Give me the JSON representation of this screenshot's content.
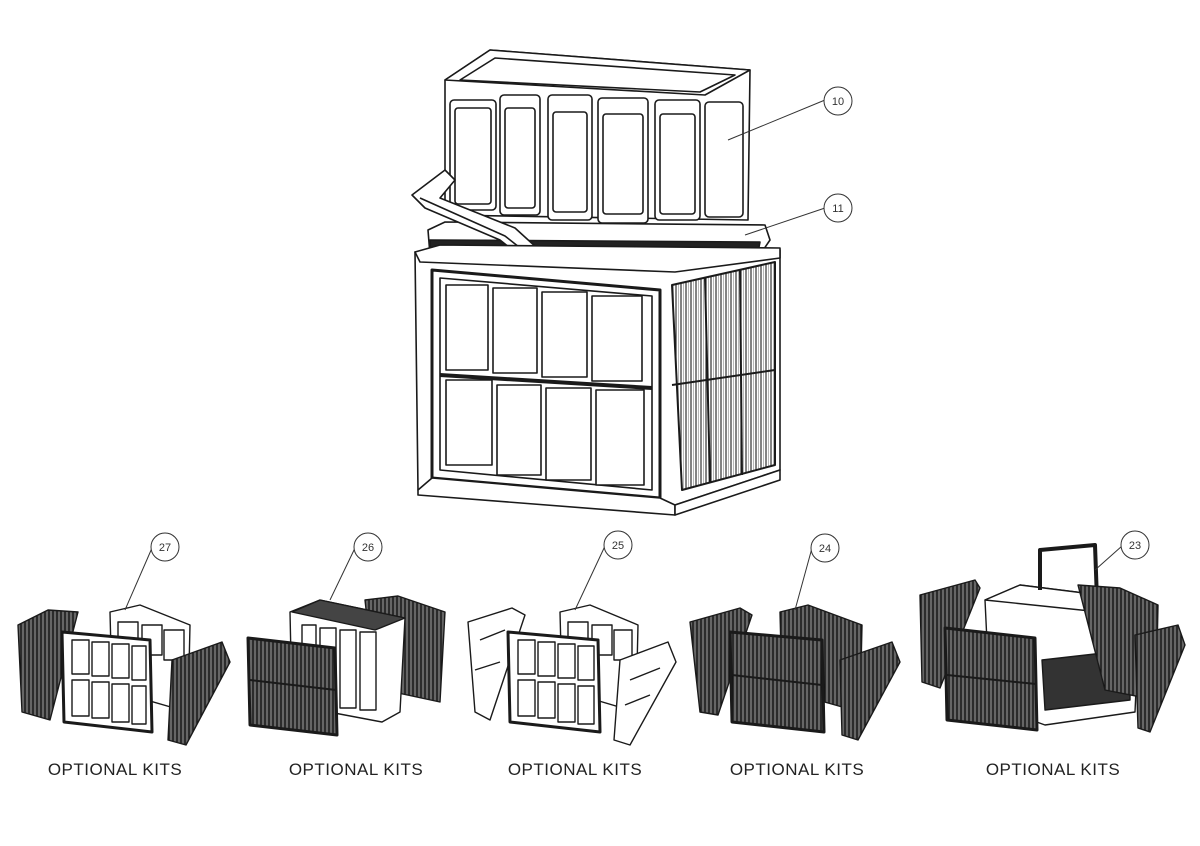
{
  "callouts": {
    "c10": "10",
    "c11": "11",
    "c27": "27",
    "c26": "26",
    "c25": "25",
    "c24": "24",
    "c23": "23"
  },
  "kits": [
    {
      "label": "OPTIONAL KITS"
    },
    {
      "label": "OPTIONAL KITS"
    },
    {
      "label": "OPTIONAL KITS"
    },
    {
      "label": "OPTIONAL KITS"
    },
    {
      "label": "OPTIONAL KITS"
    }
  ],
  "colors": {
    "line": "#1a1a1a",
    "dark_panel": "#3a3a3a",
    "panel_fill": "#ffffff"
  }
}
